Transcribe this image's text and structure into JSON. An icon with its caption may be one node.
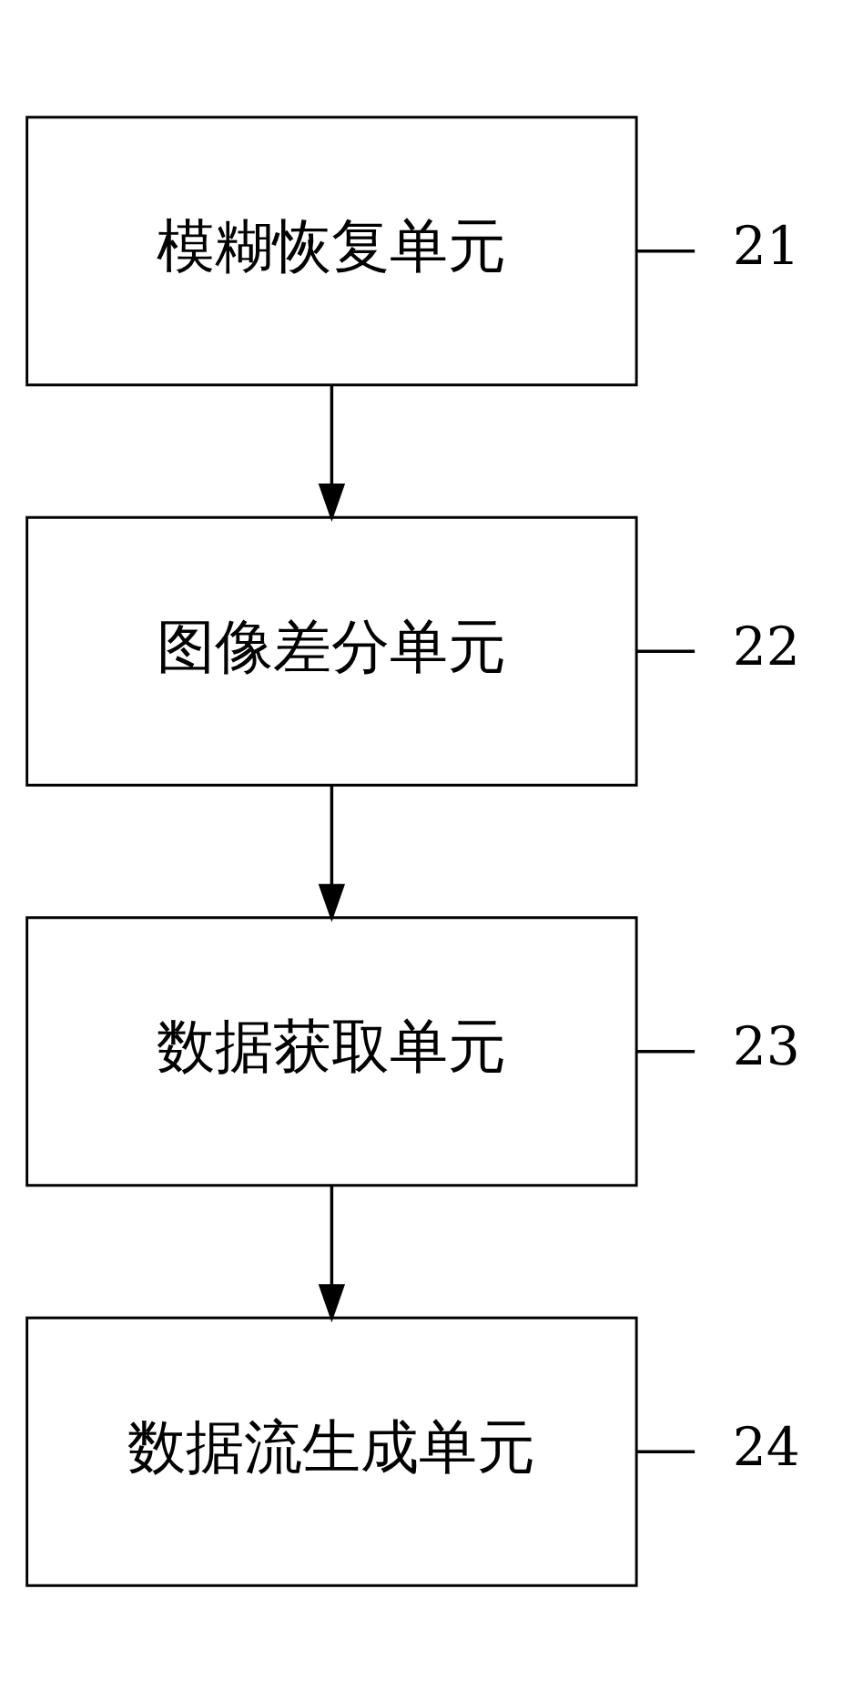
{
  "diagram": {
    "nodes": [
      {
        "text": [
          "21"
        ]
      },
      {
        "text": [
          "模糊恢复单元"
        ]
      },
      {
        "text": [
          "22"
        ]
      },
      {
        "text": [
          "图像差分单元"
        ]
      },
      {
        "text": [
          "23"
        ]
      },
      {
        "text": [
          "数据获取单元"
        ]
      },
      {
        "text": [
          "24"
        ]
      },
      {
        "text": [
          "数据流生成单元"
        ]
      }
    ],
    "edges": [
      {
        "from": 0,
        "to": 1,
        "arrow": "none"
      },
      {
        "from": 1,
        "to": 3,
        "arrow": "to"
      },
      {
        "from": 2,
        "to": 3,
        "arrow": "none"
      },
      {
        "from": 3,
        "to": 5,
        "arrow": "to"
      },
      {
        "from": 4,
        "to": 5,
        "arrow": "none"
      },
      {
        "from": 5,
        "to": 7,
        "arrow": "to"
      },
      {
        "from": 6,
        "to": 7,
        "arrow": "none"
      }
    ]
  }
}
